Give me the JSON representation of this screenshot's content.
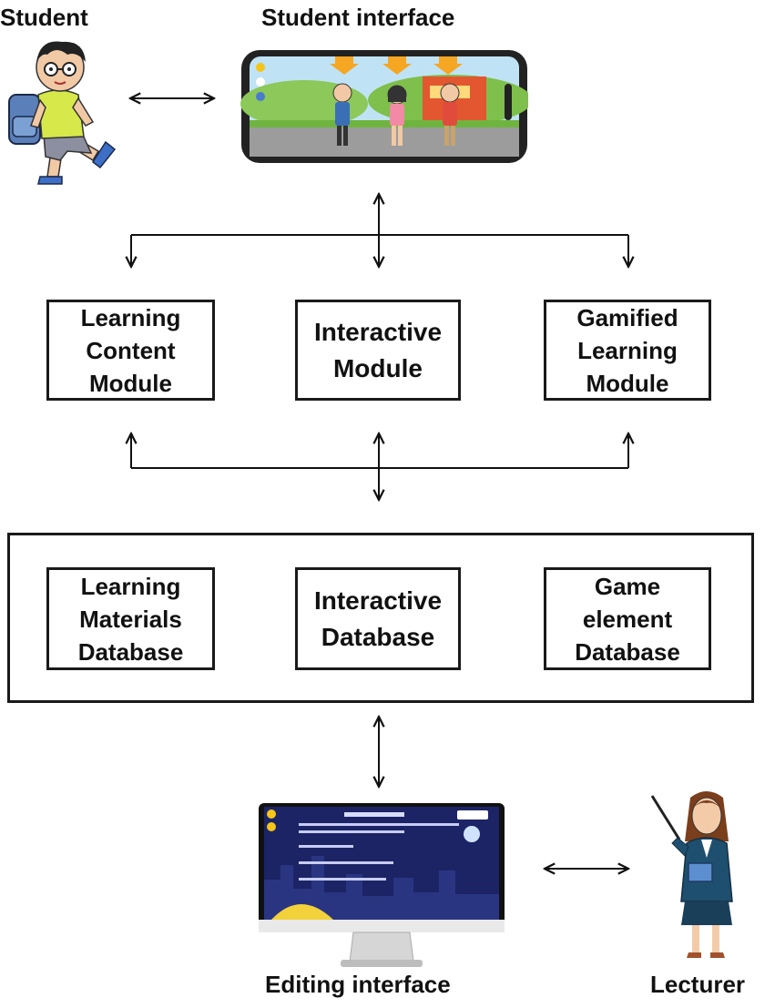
{
  "labels": {
    "student": "Student",
    "student_interface": "Student interface",
    "editing_interface": "Editing interface",
    "lecturer": "Lecturer"
  },
  "modules": [
    {
      "label": "Learning\nContent\nModule"
    },
    {
      "label": "Interactive\nModule"
    },
    {
      "label": "Gamified\nLearning\nModule"
    }
  ],
  "databases": [
    {
      "label": "Learning\nMaterials\nDatabase"
    },
    {
      "label": "Interactive\nDatabase"
    },
    {
      "label": "Game\nelement\nDatabase"
    }
  ],
  "colors": {
    "line": "#111111",
    "student_shirt": "#d6e84a",
    "student_bag": "#5b7fb8",
    "lecturer_suit": "#1f4f6e",
    "monitor_screen": "#1c2466",
    "phone_sky": "#bfe3f5",
    "grass": "#6fb43f",
    "arrow_orange": "#f5a623"
  },
  "icons": [
    "student-cartoon",
    "phone-icon",
    "monitor-icon",
    "lecturer-cartoon"
  ]
}
